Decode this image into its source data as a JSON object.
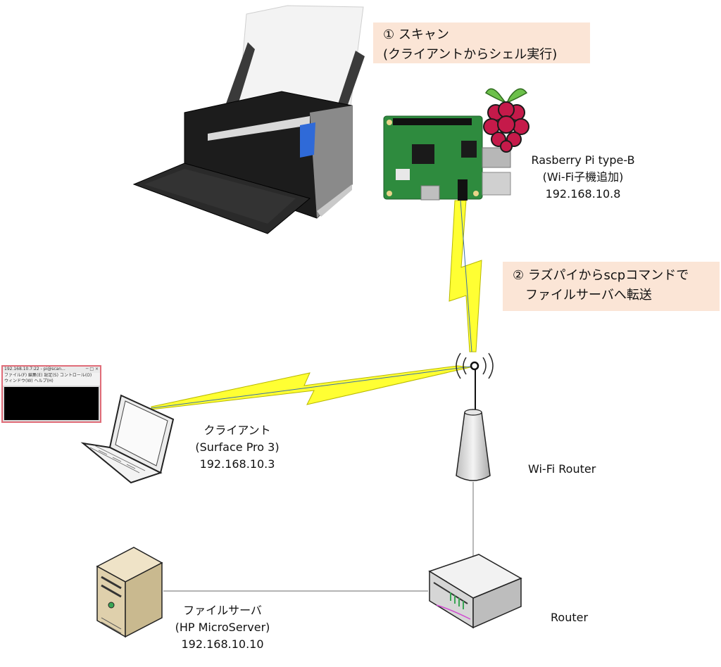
{
  "callouts": {
    "scan_line1": "① スキャン",
    "scan_line2": "(クライアントからシェル実行)",
    "transfer_line1": "② ラズパイからscpコマンドで",
    "transfer_line2": "ファイルサーバへ転送"
  },
  "raspberry": {
    "name": "Rasberry Pi type-B",
    "note": "(Wi-Fi子機追加)",
    "ip": "192.168.10.8"
  },
  "client": {
    "name": "クライアント",
    "model": "(Surface Pro 3)",
    "ip": "192.168.10.3"
  },
  "wifi_router": {
    "name": "Wi-Fi Router"
  },
  "router": {
    "name": "Router"
  },
  "file_server": {
    "name": "ファイルサーバ",
    "model": "(HP MicroServer)",
    "ip": "192.168.10.10"
  },
  "terminal": {
    "title": "192.168.10.7:22 - pi@scan...",
    "menu1": "ファイル(F)  編集(E)  設定(S)  コントロール(O)",
    "menu2": "ウィンドウ(W)  ヘルプ(H)",
    "controls": "─ □ ×"
  },
  "colors": {
    "callout_bg": "#fbe5d6",
    "wireless_bolt": "#ffff33",
    "terminal_border": "#e06c78",
    "rpi_board": "#2e8b3e",
    "raspberry_fruit": "#c51a4a"
  }
}
